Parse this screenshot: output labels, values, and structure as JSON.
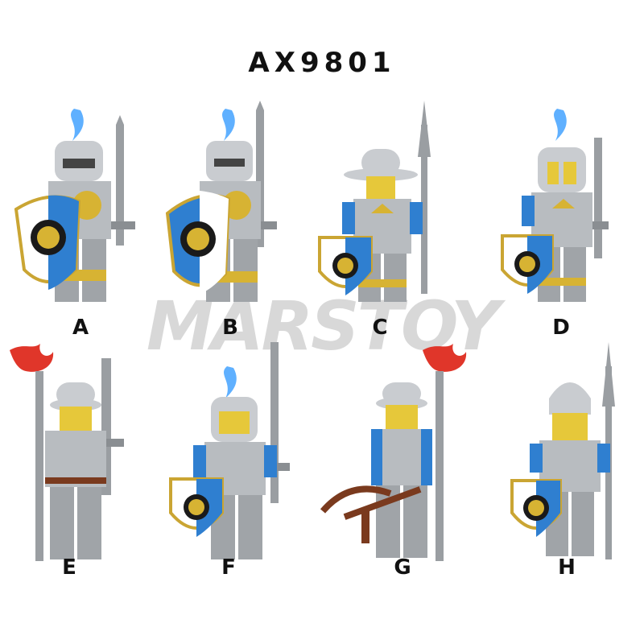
{
  "title": "AX9801",
  "watermark": "MARSTOY",
  "figures": [
    {
      "letter": "A"
    },
    {
      "letter": "B"
    },
    {
      "letter": "C"
    },
    {
      "letter": "D"
    },
    {
      "letter": "E"
    },
    {
      "letter": "F"
    },
    {
      "letter": "G"
    },
    {
      "letter": "H"
    }
  ],
  "colors": {
    "armor": "#a8acb0",
    "blue": "#2f7fd0",
    "gold": "#d7b333",
    "gray": "#8f9396",
    "red": "#e0362a",
    "brown": "#7a3a1e"
  }
}
